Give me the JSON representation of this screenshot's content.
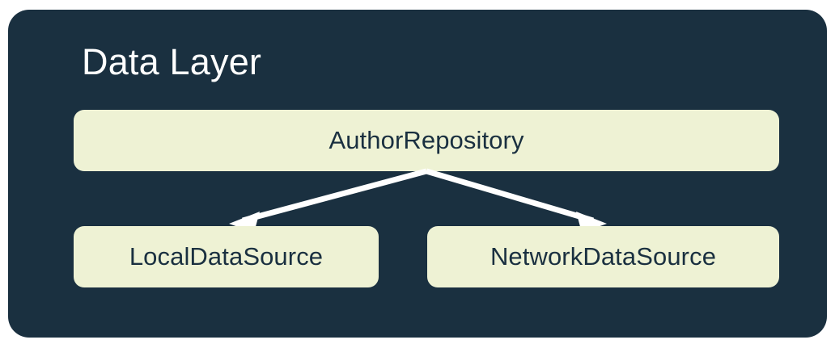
{
  "diagram": {
    "title": "Data Layer",
    "panel_color": "#1a3040",
    "node_color": "#eef2d4",
    "node_text_color": "#1a3040",
    "title_color": "#ffffff",
    "edge_color": "#ffffff",
    "nodes": [
      {
        "id": "repository",
        "label": "AuthorRepository"
      },
      {
        "id": "local",
        "label": "LocalDataSource"
      },
      {
        "id": "network",
        "label": "NetworkDataSource"
      }
    ],
    "edges": [
      {
        "from": "repository",
        "to": "local",
        "arrow": "arrow-down-left"
      },
      {
        "from": "repository",
        "to": "network",
        "arrow": "arrow-down-right"
      }
    ]
  }
}
